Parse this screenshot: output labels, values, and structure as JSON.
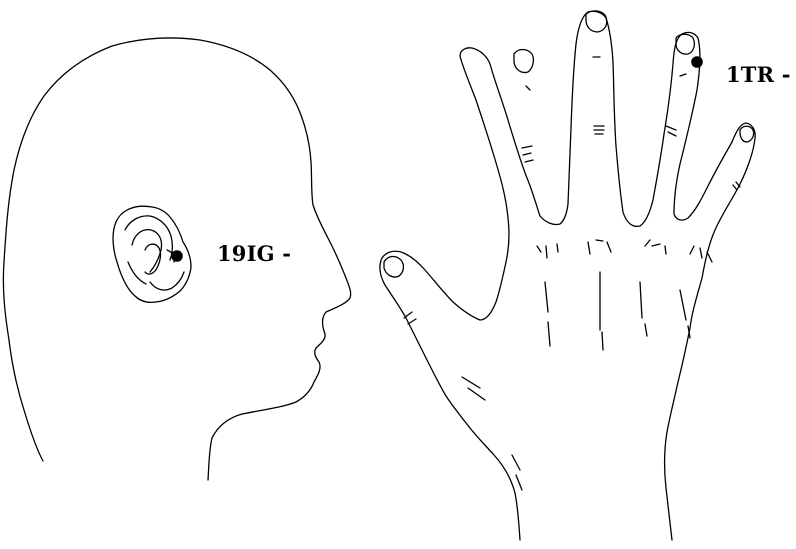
{
  "points": [
    {
      "id": "ig",
      "label": "19IG -"
    },
    {
      "id": "tr",
      "label": "1TR -"
    }
  ],
  "colors": {
    "line": "#000000",
    "background": "#ffffff",
    "marker": "#000000"
  }
}
